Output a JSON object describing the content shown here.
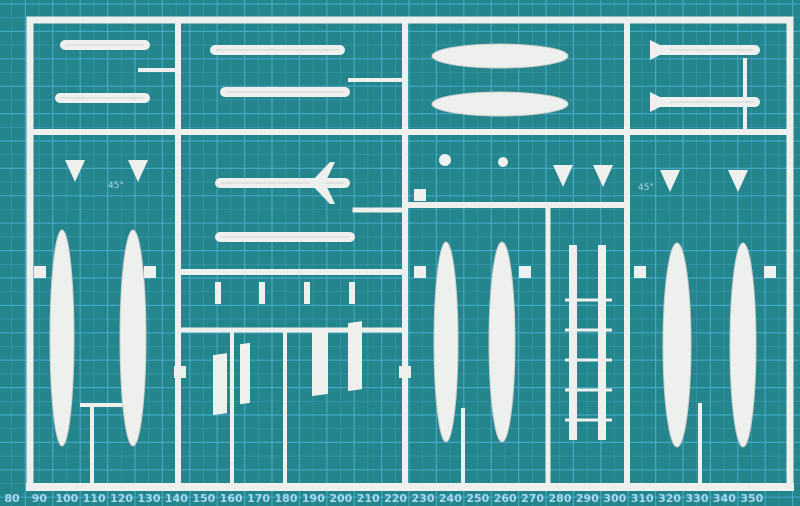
{
  "mat": {
    "ruler_labels": [
      "80",
      "90",
      "100",
      "110",
      "120",
      "130",
      "140",
      "150",
      "160",
      "170",
      "180",
      "190",
      "200",
      "210",
      "220",
      "230",
      "240",
      "250",
      "260",
      "270",
      "280",
      "290",
      "300",
      "310",
      "320",
      "330",
      "340",
      "350"
    ],
    "angle_labels": [
      "45°",
      "45°"
    ],
    "colors": {
      "mat": "#24868c",
      "grid": "#4fb2d6",
      "plastic": "#eef0ee"
    }
  }
}
